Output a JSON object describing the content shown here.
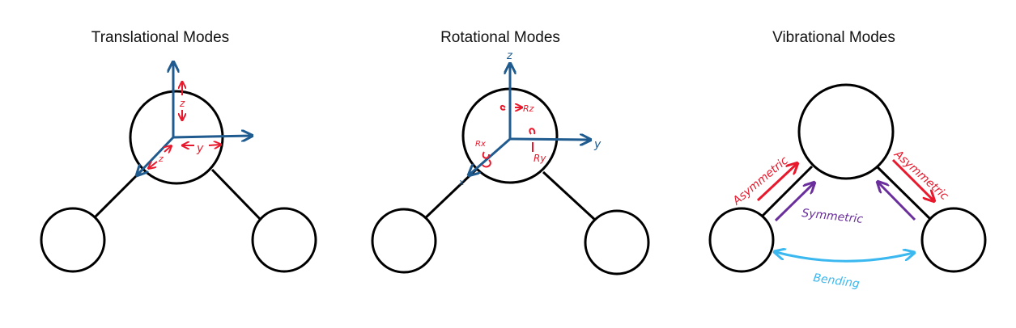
{
  "panels": [
    {
      "title": "Translational Modes",
      "labels": {
        "z": "z",
        "y": "y",
        "x": "z"
      }
    },
    {
      "title": "Rotational Modes",
      "labels": {
        "z_axis": "z",
        "y_axis": "y",
        "x_axis": "x",
        "rz": "Rz",
        "rx": "Rx",
        "ry": "Ry"
      }
    },
    {
      "title": "Vibrational Modes",
      "labels": {
        "asym_left": "Asymmetric",
        "asym_right": "Asymmetric",
        "symmetric": "Symmetric",
        "bending": "Bending"
      }
    }
  ],
  "colors": {
    "axis_blue": "#1f5b8f",
    "motion_red": "#e8192c",
    "symmetric_purple": "#6a2f9c",
    "bending_cyan": "#3ab8ef",
    "line_black": "#000000"
  }
}
